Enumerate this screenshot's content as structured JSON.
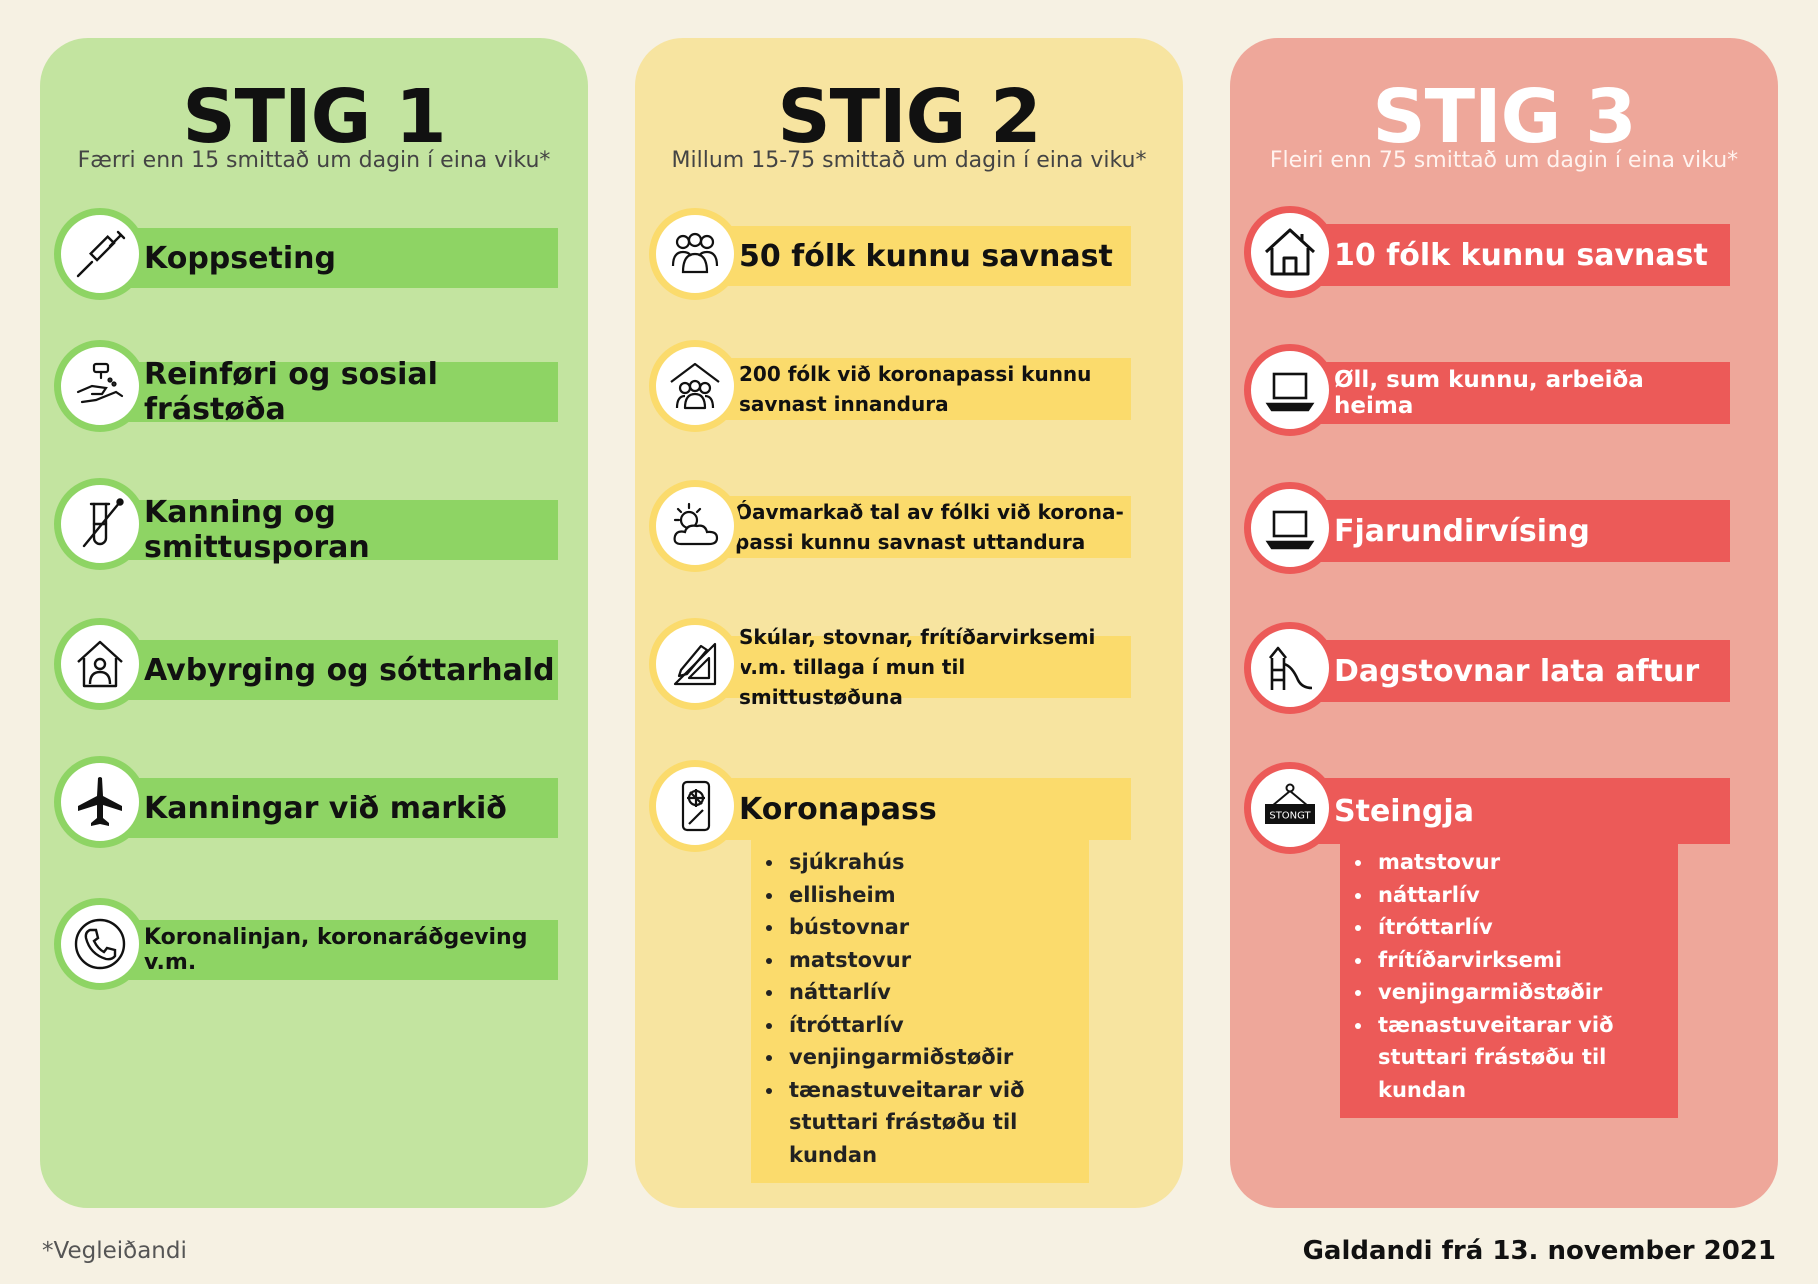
{
  "stig1": {
    "title": "STIG 1",
    "subtitle": "Færri enn 15 smittað um dagin í eina viku*",
    "items": [
      {
        "icon": "syringe-icon",
        "label": "Koppseting"
      },
      {
        "icon": "hand-sanitizer-icon",
        "label": "Reinføri og sosial frástøða"
      },
      {
        "icon": "test-tube-swab-icon",
        "label": "Kanning og smittusporan"
      },
      {
        "icon": "house-person-icon",
        "label": "Avbyrging og sóttarhald"
      },
      {
        "icon": "airplane-icon",
        "label": "Kanningar við markið"
      },
      {
        "icon": "phone-icon",
        "label": "Koronalinjan, koronaráðgeving v.m."
      }
    ]
  },
  "stig2": {
    "title": "STIG 2",
    "subtitle": "Millum 15-75 smittað um dagin í eina viku*",
    "items": [
      {
        "icon": "people-group-icon",
        "label": "50 fólk kunnu savnast"
      },
      {
        "icon": "people-indoors-icon",
        "label": "200 fólk við koronapassi kunnu savnast innandura"
      },
      {
        "icon": "sun-cloud-icon",
        "label": "Óavmarkað tal av fólki við korona-passi kunnu savnast uttandura"
      },
      {
        "icon": "pencil-ruler-icon",
        "label": "Skúlar, stovnar, frítíðarvirksemi v.m. tillaga í mun til smittustøðuna"
      },
      {
        "icon": "phone-pass-icon",
        "label": "Koronapass"
      }
    ],
    "list": [
      "sjúkrahús",
      "ellisheim",
      "bústovnar",
      "matstovur",
      "náttarlív",
      "ítróttarlív",
      "venjingarmiðstøðir",
      "tænastuveitarar við stuttari frástøðu til kundan"
    ]
  },
  "stig3": {
    "title": "STIG 3",
    "subtitle": "Fleiri enn 75 smittað um dagin í eina viku*",
    "items": [
      {
        "icon": "house-icon",
        "label": "10 fólk kunnu savnast"
      },
      {
        "icon": "laptop-icon",
        "label": "Øll, sum kunnu, arbeiða heima"
      },
      {
        "icon": "laptop-icon",
        "label": "Fjarundirvísing"
      },
      {
        "icon": "playground-slide-icon",
        "label": "Dagstovnar lata aftur"
      },
      {
        "icon": "closed-sign-icon",
        "label": "Steingja",
        "sign_text": "STONGT"
      }
    ],
    "list": [
      "matstovur",
      "náttarlív",
      "ítróttarlív",
      "frítíðarvirksemi",
      "venjingarmiðstøðir",
      "tænastuveitarar við stuttari frástøðu til kundan"
    ]
  },
  "footer": {
    "note": "*Vegleiðandi",
    "valid_from": "Galdandi frá 13. november 2021"
  },
  "colors": {
    "page": "#f6f1e3",
    "stig1_panel": "#c3e4a0",
    "stig1_accent": "#8ed464",
    "stig2_panel": "#f7e4a0",
    "stig2_accent": "#fbdb6c",
    "stig3_panel": "#eea79a",
    "stig3_accent": "#ec5a58"
  }
}
